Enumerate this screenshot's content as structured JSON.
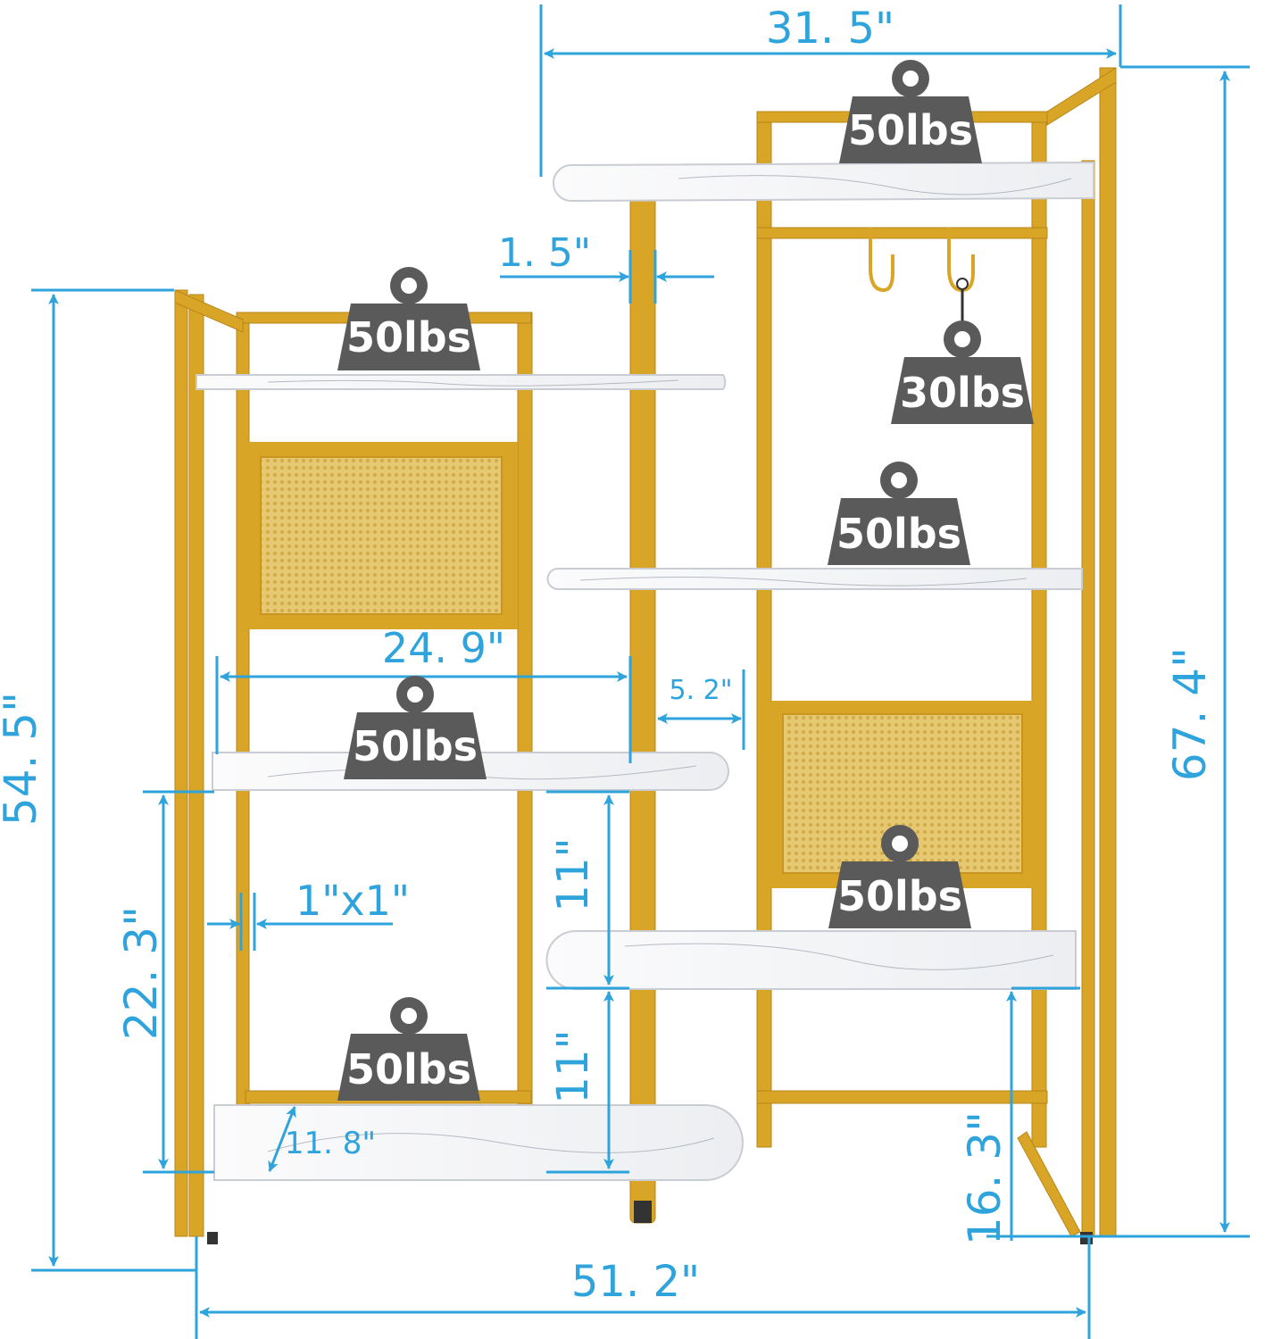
{
  "colors": {
    "dimension": "#2ea3dc",
    "frame_gold": "#d9a526",
    "frame_gold_dark": "#b8861a",
    "shelf_marble": "#f4f5f7",
    "weight_badge": "#5a5a5a",
    "mesh_panel": "#e6c873"
  },
  "dimensions": {
    "overall_width": "51. 2\"",
    "top_width": "31. 5\"",
    "right_height": "67. 4\"",
    "left_height": "54. 5\"",
    "pole_diameter": "1. 5\"",
    "shelf_width": "24. 9\"",
    "shelf_overhang": "5. 2\"",
    "tube_size": "1\"x1\"",
    "lower_height": "22. 3\"",
    "spacing_upper": "11\"",
    "spacing_lower": "11\"",
    "shelf_depth": "11. 8\"",
    "bottom_clearance": "16. 3\""
  },
  "weights": {
    "top_shelf": "50lbs",
    "left_top_shelf": "50lbs",
    "hook": "30lbs",
    "right_middle_shelf": "50lbs",
    "left_middle_shelf": "50lbs",
    "right_lower_shelf": "50lbs",
    "left_bottom_shelf": "50lbs"
  },
  "icons": {
    "weight": "weight-icon",
    "hook": "hanging-hook-icon",
    "mesh": "mesh-door-panel"
  }
}
